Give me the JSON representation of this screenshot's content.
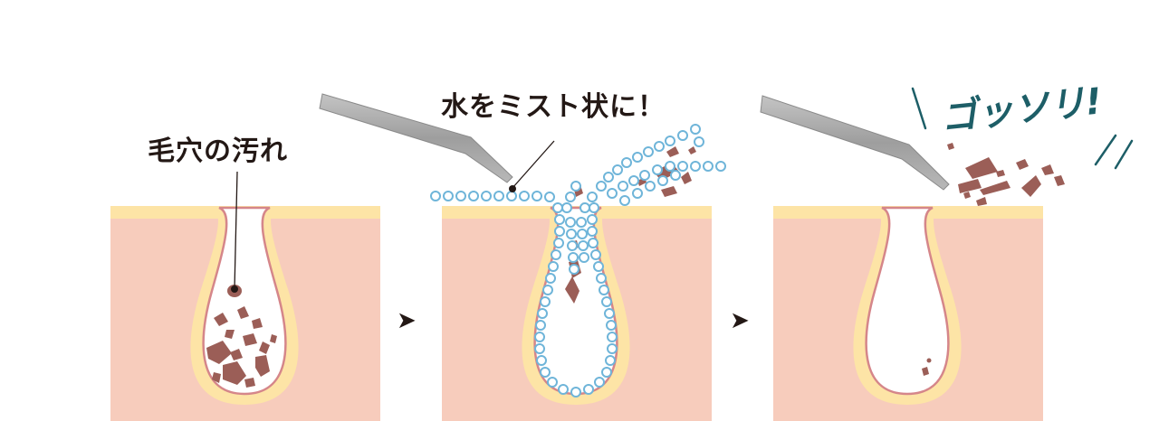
{
  "labels": {
    "pore_dirt": "毛穴の汚れ",
    "water_mist": "水をミスト状に！",
    "effect": "ゴッソリ!"
  },
  "arrows": [
    "➤",
    "➤"
  ],
  "colors": {
    "skin": "#f7ccbc",
    "skin_surface": "#fde4a6",
    "pore_outline": "#d5868a",
    "dirt": "#9b5e57",
    "mist": "#6fb5d9",
    "tool": "#a9a9a9",
    "effect_text": "#1d5e67"
  }
}
